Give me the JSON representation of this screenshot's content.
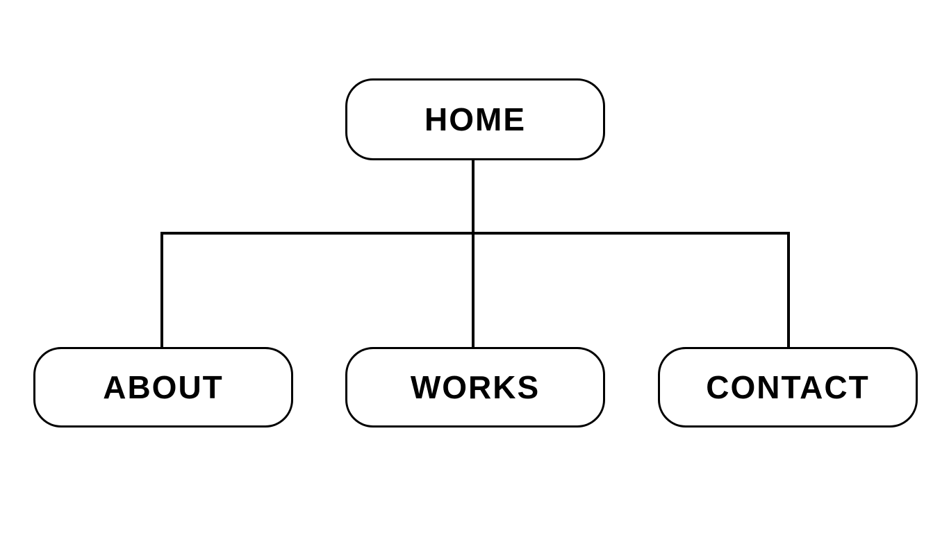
{
  "diagram": {
    "title": "sitemap-tree",
    "root": {
      "label": "HOME"
    },
    "children": [
      {
        "label": "ABOUT"
      },
      {
        "label": "WORKS"
      },
      {
        "label": "CONTACT"
      }
    ],
    "edges": [
      {
        "from": "HOME",
        "to": "ABOUT"
      },
      {
        "from": "HOME",
        "to": "WORKS"
      },
      {
        "from": "HOME",
        "to": "CONTACT"
      }
    ]
  },
  "colors": {
    "background": "#ffffff",
    "node_fill": "#ffffff",
    "node_border": "#000000",
    "text": "#000000",
    "connector": "#000000"
  }
}
